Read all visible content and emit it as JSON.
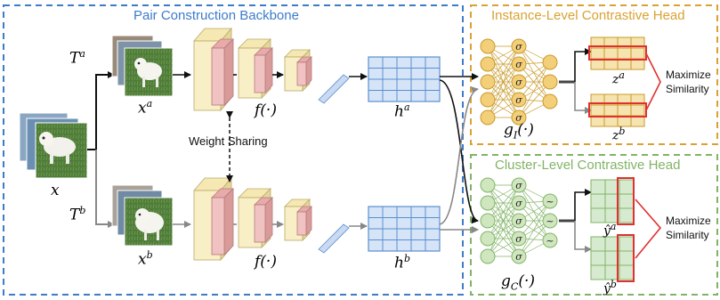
{
  "panels": {
    "backbone": {
      "title": "Pair Construction Backbone",
      "color": "#3d7cc9"
    },
    "instance_head": {
      "title": "Instance-Level Contrastive Head",
      "color": "#d9a233"
    },
    "cluster_head": {
      "title": "Cluster-Level Contrastive Head",
      "color": "#82b466"
    }
  },
  "labels": {
    "input": "x",
    "aug_a": "T",
    "aug_a_sup": "a",
    "aug_b": "T",
    "aug_b_sup": "b",
    "view_a": "x",
    "view_a_sup": "a",
    "view_b": "x",
    "view_b_sup": "b",
    "encoder_a": "f(·)",
    "encoder_b": "f(·)",
    "feature_a": "h",
    "feature_a_sup": "a",
    "feature_b": "h",
    "feature_b_sup": "b",
    "weight_sharing": "Weight Sharing",
    "g_instance": "g",
    "g_instance_sub": "I",
    "g_instance_args": "(·)",
    "g_cluster": "g",
    "g_cluster_sub": "C",
    "g_cluster_args": "(·)",
    "z_a": "z",
    "z_a_sup": "a",
    "z_b": "z",
    "z_b_sup": "b",
    "y_a": "ŷ",
    "y_a_sup": "a",
    "y_b": "ŷ",
    "y_b_sup": "b",
    "maximize_instance_1": "Maximize",
    "maximize_instance_2": "Similarity",
    "maximize_cluster_1": "Maximize",
    "maximize_cluster_2": "Similarity",
    "sigma": "σ",
    "tilde": "~"
  },
  "icons": {
    "dog_photo": "dog-photo-icon"
  },
  "colors": {
    "conv_front": "#f9efc6",
    "conv_side": "#e4d79c",
    "bn_front": "#f1c2c2",
    "bn_side": "#d99a9a",
    "grid_fill": "#d6e4f7",
    "grid_line": "#5b8fd0",
    "instance_node": "#f3cf79",
    "instance_stroke": "#c99a2a",
    "cluster_node": "#cfe6bf",
    "cluster_stroke": "#82b466",
    "highlight": "#e03030"
  }
}
